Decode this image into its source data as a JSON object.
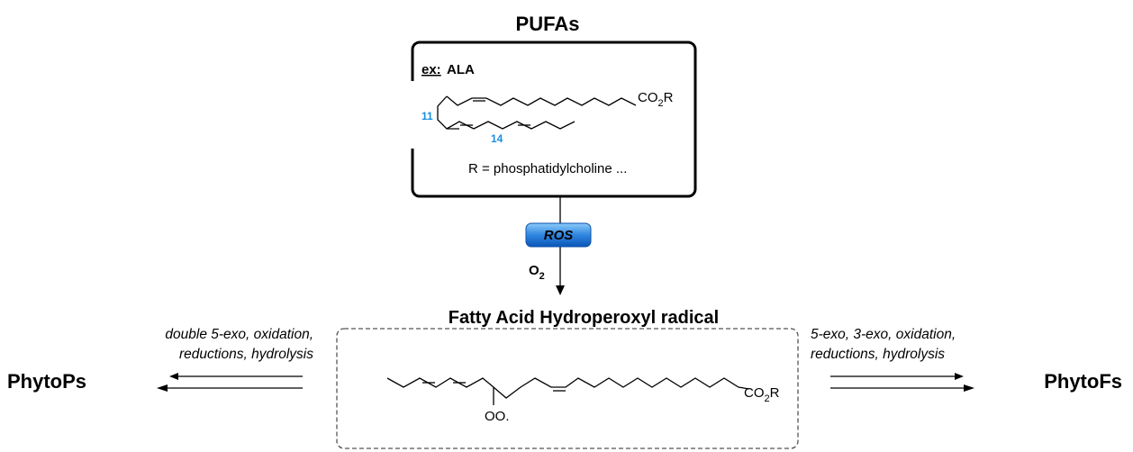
{
  "top": {
    "title": "PUFAs",
    "example_prefix": "ex:",
    "example_name": "ALA",
    "ester": "CO",
    "ester_sub": "2",
    "ester_r": "R",
    "position_11": "11",
    "position_14": "14",
    "r_definition": "R = phosphatidylcholine ..."
  },
  "reagents": {
    "badge": "ROS",
    "oxygen": "O",
    "oxygen_sub": "2"
  },
  "middle": {
    "title": "Fatty Acid Hydroperoxyl radical",
    "ester": "CO",
    "ester_sub": "2",
    "ester_r": "R",
    "peroxyl": "OO."
  },
  "left": {
    "product": "PhytoPs",
    "condition_line1": "double 5-exo, oxidation,",
    "condition_line2": "reductions, hydrolysis"
  },
  "right": {
    "product": "PhytoFs",
    "condition_line1": "5-exo, 3-exo, oxidation,",
    "condition_line2": "reductions, hydrolysis"
  },
  "colors": {
    "badge_top": "#6fb8f5",
    "badge_bottom": "#0d63c9",
    "position_numbers": "#1a8fe0"
  }
}
